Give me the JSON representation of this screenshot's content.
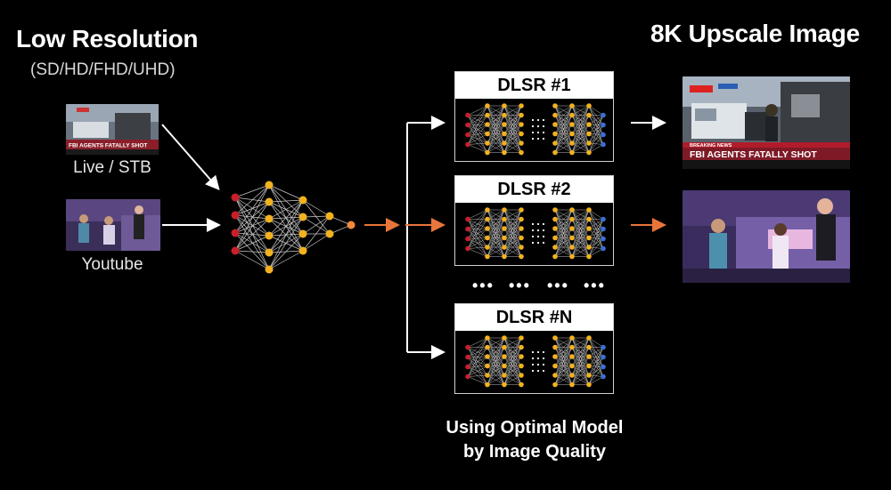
{
  "title_left": "Low Resolution",
  "subtitle_left": "(SD/HD/FHD/UHD)",
  "title_right": "8K Upscale Image",
  "inputs": [
    {
      "label": "Live / STB",
      "thumb_text": "FBI AGENTS FATALLY SHOT"
    },
    {
      "label": "Youtube"
    }
  ],
  "models": [
    {
      "label": "DLSR #1"
    },
    {
      "label": "DLSR #2"
    },
    {
      "label": "DLSR #N"
    }
  ],
  "ellipsis": [
    "•••",
    "•••",
    "•••",
    "•••"
  ],
  "bottom_caption": [
    "Using Optimal Model",
    "by Image Quality"
  ],
  "outputs": [
    {
      "banner_tag": "BREAKING NEWS",
      "banner_text": "FBI AGENTS FATALLY SHOT"
    },
    {
      "type": "dance-scene"
    }
  ],
  "colors": {
    "arrow_white": "#ffffff",
    "arrow_orange": "#e8753a",
    "node_red": "#c8202a",
    "node_yellow": "#f2b21f",
    "node_blue": "#3b6fd6",
    "node_orange": "#f08a3a"
  }
}
